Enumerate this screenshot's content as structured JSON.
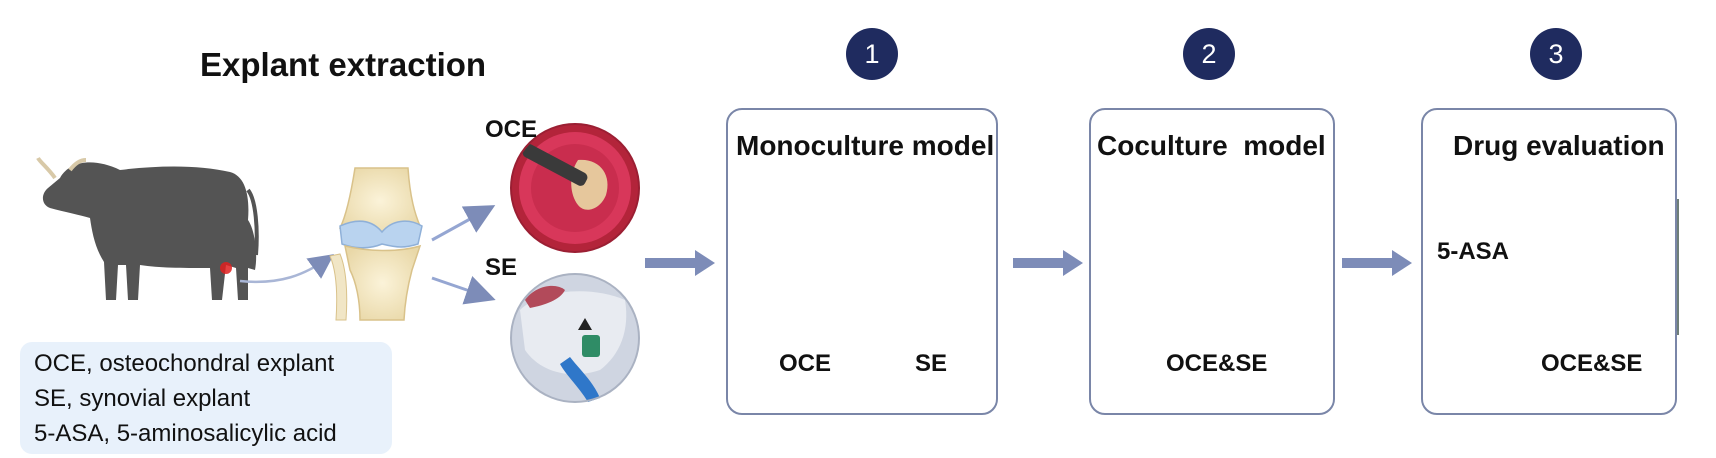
{
  "title": "Explant extraction",
  "legend": [
    "OCE, osteochondral explant",
    "SE, synovial explant",
    "5-ASA, 5-aminosalicylic acid"
  ],
  "photo_labels": {
    "oce": "OCE",
    "se": "SE"
  },
  "steps": [
    "1",
    "2",
    "3"
  ],
  "panels": [
    {
      "title": "Monoculture model",
      "labels": [
        "OCE",
        "SE"
      ]
    },
    {
      "title": "Coculture  model",
      "labels": [
        "OCE&SE"
      ]
    },
    {
      "title": "Drug evaluation",
      "labels": [
        "OCE&SE"
      ],
      "drug": "5-ASA"
    }
  ],
  "colors": {
    "step_circle": "#1f2b5f",
    "panel_border": "#7a86a8",
    "arrow": "#7d8cb8",
    "medium_pink": "#f5c6d8",
    "drug_dot": "#1d8fc9",
    "legend_bg": "#e8f1fb"
  },
  "icons": [
    "bull-illustration",
    "knee-joint-illustration",
    "oce-photo",
    "se-photo",
    "culture-well",
    "transwell-insert",
    "explant-cylinder",
    "synovial-strip"
  ]
}
